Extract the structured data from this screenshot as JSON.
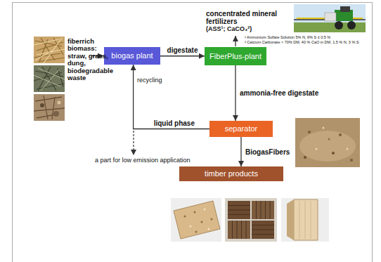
{
  "diagram": {
    "nodes": [
      {
        "text": [
          "biogas plant"
        ]
      },
      {
        "text": [
          "FiberPlus-plant"
        ]
      },
      {
        "text": [
          "separator"
        ]
      },
      {
        "text": [
          "timber products"
        ]
      }
    ],
    "edges": [
      {
        "from": 0,
        "to": 1,
        "label": "digestate",
        "arrow": "to"
      },
      {
        "from": 1,
        "to": 2,
        "label": "ammonia-free digestate",
        "arrow": "to"
      },
      {
        "from": 2,
        "to": 0,
        "label": "liquid phase",
        "arrow": "to"
      },
      {
        "from": 2,
        "to": 3,
        "label": "BiogasFibers",
        "arrow": "to"
      }
    ],
    "labels": [
      "fiberrich biomass:",
      "straw, grass, dung, biodegradable waste",
      "concentrated mineral fertilizers",
      "(ASS¹; CaCO₃²)",
      "¹ Ammonium Sulfate Solution 5% N, 6% S ± 0.5 %",
      "² Calcium Carbonate > 70% DM, 40 % CaO in DM, 1,5 % N, 3 % S",
      "recycling",
      "a part for low emission application"
    ]
  }
}
